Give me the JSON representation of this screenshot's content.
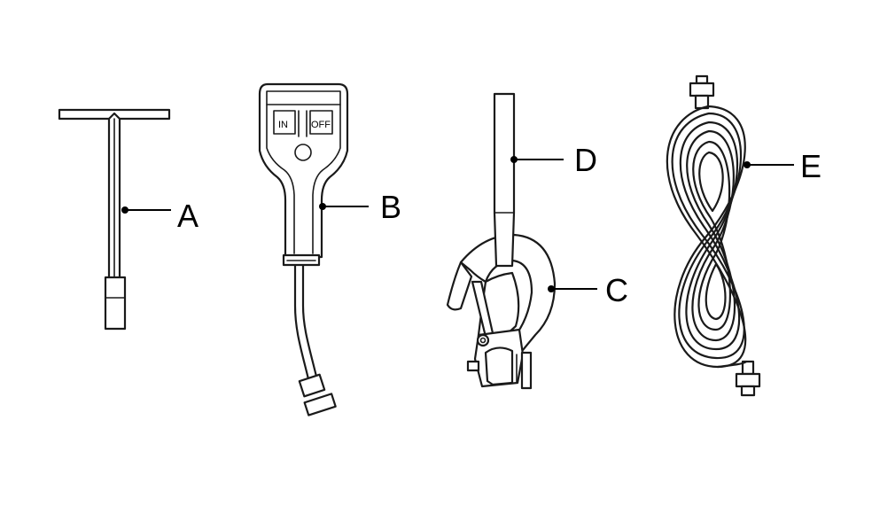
{
  "callouts": {
    "a": "A",
    "b": "B",
    "c": "C",
    "d": "D",
    "e": "E"
  },
  "remote": {
    "in_label": "IN",
    "off_label": "OFF"
  },
  "colors": {
    "line": "#1a1a1a",
    "background": "#ffffff"
  }
}
